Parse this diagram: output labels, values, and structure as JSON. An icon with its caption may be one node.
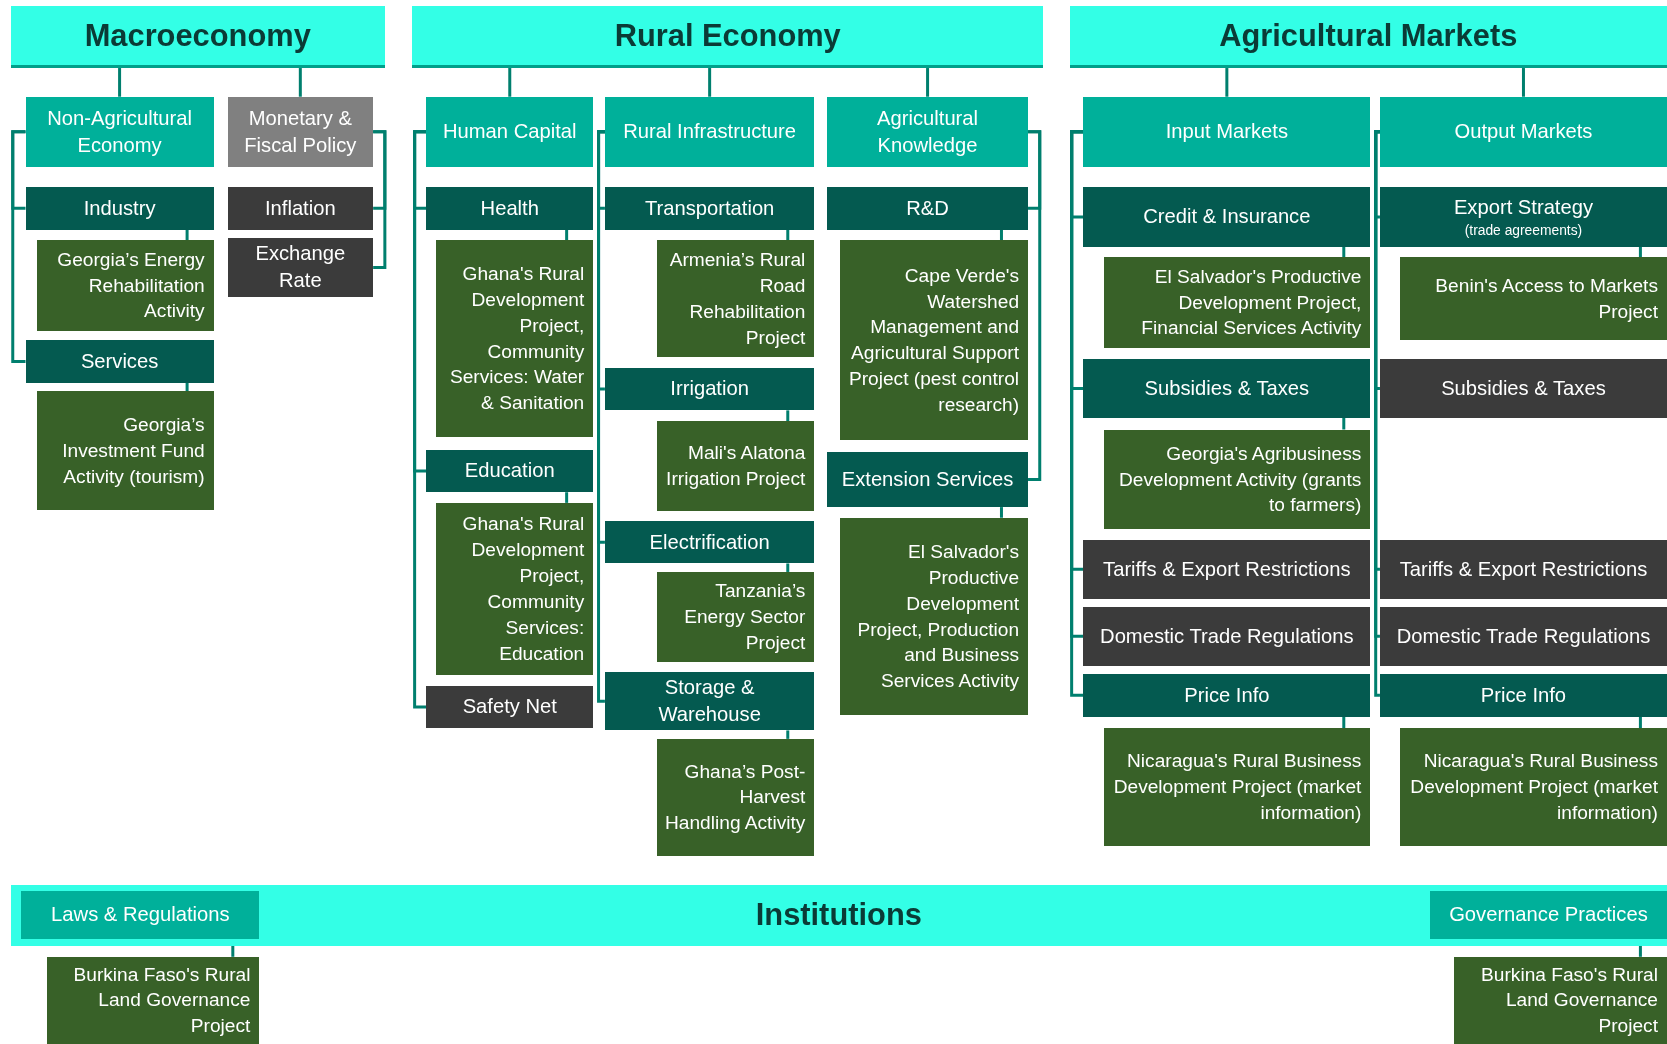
{
  "diagram": {
    "nodes": [
      {
        "text": [
          "Macroeconomy"
        ]
      },
      {
        "text": [
          "Non-Agricultural Economy"
        ]
      },
      {
        "text": [
          "Monetary & Fiscal Policy"
        ]
      },
      {
        "text": [
          "Industry"
        ]
      },
      {
        "text": [
          "Georgia’s Energy Rehabilitation Activity"
        ]
      },
      {
        "text": [
          "Services"
        ]
      },
      {
        "text": [
          "Georgia’s Investment Fund Activity (tourism)"
        ]
      },
      {
        "text": [
          "Inflation"
        ]
      },
      {
        "text": [
          "Exchange Rate"
        ]
      },
      {
        "text": [
          "Rural Economy"
        ]
      },
      {
        "text": [
          "Human Capital"
        ]
      },
      {
        "text": [
          "Health"
        ]
      },
      {
        "text": [
          "Ghana's Rural Development Project, Community Services: Water & Sanitation"
        ]
      },
      {
        "text": [
          "Education"
        ]
      },
      {
        "text": [
          "Ghana's Rural Development Project, Community Services: Education"
        ]
      },
      {
        "text": [
          "Safety Net"
        ]
      },
      {
        "text": [
          "Rural Infrastructure"
        ]
      },
      {
        "text": [
          "Transportation"
        ]
      },
      {
        "text": [
          "Armenia’s Rural Road Rehabilitation Project"
        ]
      },
      {
        "text": [
          "Irrigation"
        ]
      },
      {
        "text": [
          "Mali's Alatona Irrigation Project"
        ]
      },
      {
        "text": [
          "Electrification"
        ]
      },
      {
        "text": [
          "Tanzania’s Energy Sector Project"
        ]
      },
      {
        "text": [
          "Storage & Warehouse"
        ]
      },
      {
        "text": [
          "Ghana’s Post-Harvest Handling Activity"
        ]
      },
      {
        "text": [
          "Agricultural Knowledge"
        ]
      },
      {
        "text": [
          "R&D"
        ]
      },
      {
        "text": [
          "Cape Verde's Watershed Management and Agricultural Support Project (pest control research)"
        ]
      },
      {
        "text": [
          "Extension Services"
        ]
      },
      {
        "text": [
          "El Salvador's Productive Development Project, Production and Business Services Activity"
        ]
      },
      {
        "text": [
          "Agricultural Markets"
        ]
      },
      {
        "text": [
          "Input Markets"
        ]
      },
      {
        "text": [
          "Credit & Insurance"
        ]
      },
      {
        "text": [
          "El Salvador's Productive Development Project, Financial Services Activity"
        ]
      },
      {
        "text": [
          "Subsidies & Taxes"
        ]
      },
      {
        "text": [
          "Georgia's Agribusiness Development Activity (grants to farmers)"
        ]
      },
      {
        "text": [
          "Tariffs & Export Restrictions"
        ]
      },
      {
        "text": [
          "Domestic Trade Regulations"
        ]
      },
      {
        "text": [
          "Price Info"
        ]
      },
      {
        "text": [
          "Nicaragua's Rural Business Development Project (market information)"
        ]
      },
      {
        "text": [
          "Output Markets"
        ]
      },
      {
        "text": [
          "Export Strategy",
          "(trade agreements)"
        ]
      },
      {
        "text": [
          "Benin's Access to Markets Project"
        ]
      },
      {
        "text": [
          "Subsidies & Taxes"
        ]
      },
      {
        "text": [
          "Tariffs & Export Restrictions"
        ]
      },
      {
        "text": [
          "Domestic Trade Regulations"
        ]
      },
      {
        "text": [
          "Price Info"
        ]
      },
      {
        "text": [
          "Nicaragua's Rural Business Development Project (market information)"
        ]
      },
      {
        "text": [
          "Institutions"
        ]
      },
      {
        "text": [
          "Laws & Regulations"
        ],
        "in": 48
      },
      {
        "text": [
          "Burkina Faso's Rural Land Governance Project"
        ]
      },
      {
        "text": [
          "Governance Practices"
        ],
        "in": 48
      },
      {
        "text": [
          "Burkina Faso's Rural Land Governance Project"
        ]
      }
    ],
    "edges": [
      {
        "from": 0,
        "to": 1,
        "arrow": "none"
      },
      {
        "from": 0,
        "to": 2,
        "arrow": "none"
      },
      {
        "from": 1,
        "to": 3,
        "arrow": "none"
      },
      {
        "from": 3,
        "to": 4,
        "arrow": "none"
      },
      {
        "from": 1,
        "to": 5,
        "arrow": "none"
      },
      {
        "from": 5,
        "to": 6,
        "arrow": "none"
      },
      {
        "from": 2,
        "to": 7,
        "arrow": "none"
      },
      {
        "from": 2,
        "to": 8,
        "arrow": "none"
      },
      {
        "from": 9,
        "to": 10,
        "arrow": "none"
      },
      {
        "from": 9,
        "to": 16,
        "arrow": "none"
      },
      {
        "from": 9,
        "to": 25,
        "arrow": "none"
      },
      {
        "from": 10,
        "to": 11,
        "arrow": "none"
      },
      {
        "from": 11,
        "to": 12,
        "arrow": "none"
      },
      {
        "from": 10,
        "to": 13,
        "arrow": "none"
      },
      {
        "from": 13,
        "to": 14,
        "arrow": "none"
      },
      {
        "from": 10,
        "to": 15,
        "arrow": "none"
      },
      {
        "from": 16,
        "to": 17,
        "arrow": "none"
      },
      {
        "from": 17,
        "to": 18,
        "arrow": "none"
      },
      {
        "from": 16,
        "to": 19,
        "arrow": "none"
      },
      {
        "from": 19,
        "to": 20,
        "arrow": "none"
      },
      {
        "from": 16,
        "to": 21,
        "arrow": "none"
      },
      {
        "from": 21,
        "to": 22,
        "arrow": "none"
      },
      {
        "from": 16,
        "to": 23,
        "arrow": "none"
      },
      {
        "from": 23,
        "to": 24,
        "arrow": "none"
      },
      {
        "from": 25,
        "to": 26,
        "arrow": "none"
      },
      {
        "from": 26,
        "to": 27,
        "arrow": "none"
      },
      {
        "from": 25,
        "to": 28,
        "arrow": "none"
      },
      {
        "from": 28,
        "to": 29,
        "arrow": "none"
      },
      {
        "from": 30,
        "to": 31,
        "arrow": "none"
      },
      {
        "from": 30,
        "to": 40,
        "arrow": "none"
      },
      {
        "from": 31,
        "to": 32,
        "arrow": "none"
      },
      {
        "from": 32,
        "to": 33,
        "arrow": "none"
      },
      {
        "from": 31,
        "to": 34,
        "arrow": "none"
      },
      {
        "from": 34,
        "to": 35,
        "arrow": "none"
      },
      {
        "from": 31,
        "to": 36,
        "arrow": "none"
      },
      {
        "from": 31,
        "to": 37,
        "arrow": "none"
      },
      {
        "from": 31,
        "to": 38,
        "arrow": "none"
      },
      {
        "from": 38,
        "to": 39,
        "arrow": "none"
      },
      {
        "from": 40,
        "to": 41,
        "arrow": "none"
      },
      {
        "from": 41,
        "to": 42,
        "arrow": "none"
      },
      {
        "from": 40,
        "to": 43,
        "arrow": "none"
      },
      {
        "from": 40,
        "to": 44,
        "arrow": "none"
      },
      {
        "from": 40,
        "to": 45,
        "arrow": "none"
      },
      {
        "from": 40,
        "to": 46,
        "arrow": "none"
      },
      {
        "from": 46,
        "to": 47,
        "arrow": "none"
      },
      {
        "from": 49,
        "to": 50,
        "arrow": "none"
      },
      {
        "from": 51,
        "to": 52,
        "arrow": "none"
      }
    ]
  }
}
